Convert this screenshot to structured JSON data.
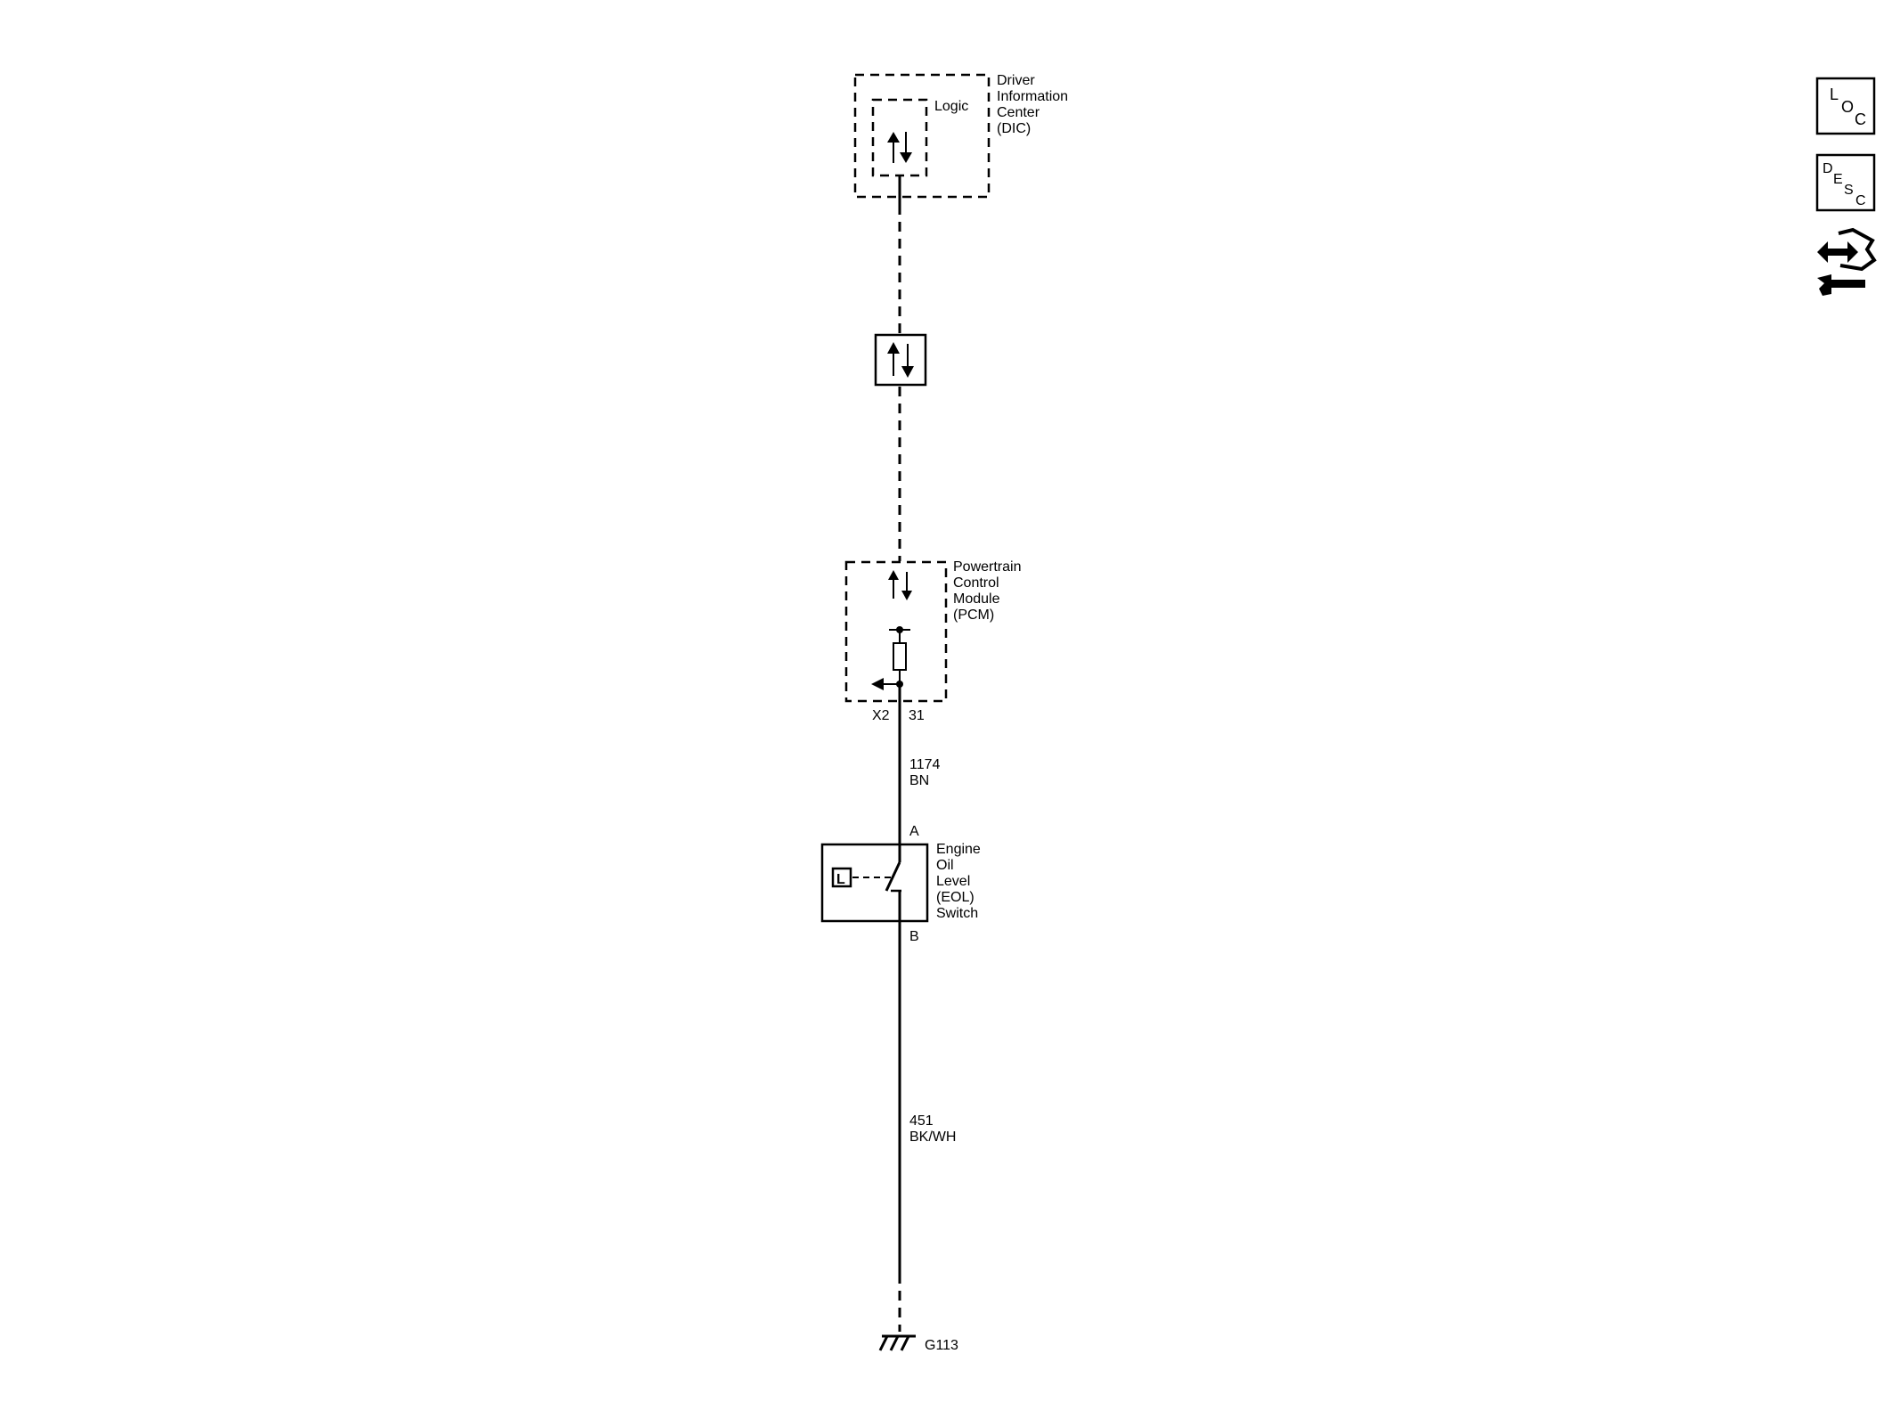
{
  "modules": {
    "dic": {
      "name_lines": [
        "Driver",
        "Information",
        "Center",
        "(DIC)"
      ],
      "logic_label": "Logic"
    },
    "pcm": {
      "name_lines": [
        "Powertrain",
        "Control",
        "Module",
        "(PCM)"
      ],
      "connector": "X2",
      "pin": "31"
    }
  },
  "circuits": {
    "signal": {
      "number": "1174",
      "color": "BN"
    },
    "ground": {
      "number": "451",
      "color": "BK/WH"
    }
  },
  "switch": {
    "name_lines": [
      "Engine",
      "Oil",
      "Level",
      "(EOL)",
      "Switch"
    ],
    "terminal_top": "A",
    "terminal_bottom": "B",
    "symbol_letter": "L"
  },
  "ground_point": {
    "label": "G113"
  },
  "side_buttons": {
    "loc": {
      "letters": [
        "L",
        "O",
        "C"
      ]
    },
    "desc": {
      "letters": [
        "D",
        "E",
        "S",
        "C"
      ]
    },
    "connector_view": {
      "icon": "connector-view-icon"
    }
  },
  "colors": {
    "line": "#000000",
    "background": "#ffffff"
  }
}
